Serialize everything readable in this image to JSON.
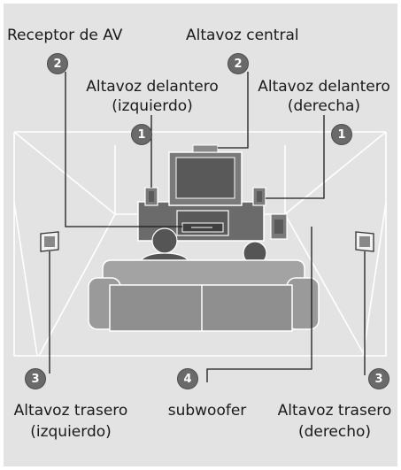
{
  "labels": {
    "av_receiver": "Receptor de AV",
    "center_speaker": "Altavoz central",
    "front_left_line1": "Altavoz delantero",
    "front_left_line2": "(izquierdo)",
    "front_right_line1": "Altavoz delantero",
    "front_right_line2": "(derecha)",
    "rear_left_line1": "Altavoz trasero",
    "rear_left_line2": "(izquierdo)",
    "subwoofer": "subwoofer",
    "rear_right_line1": "Altavoz trasero",
    "rear_right_line2": "(derecho)"
  },
  "badges": {
    "av_receiver": "2",
    "center_speaker": "2",
    "front_left": "1",
    "front_right": "1",
    "rear_left": "3",
    "subwoofer": "4",
    "rear_right": "3"
  },
  "colors": {
    "background": "#e3e3e3",
    "badge": "#6a6a6a",
    "furniture": "#6b6b6b",
    "sofa": "#9a9a9a",
    "people": "#555555"
  }
}
